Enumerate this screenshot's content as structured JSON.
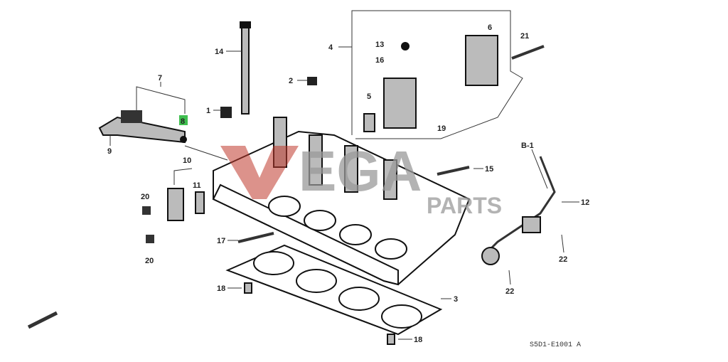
{
  "diagram": {
    "callouts": [
      {
        "id": "label-7",
        "text": "7"
      },
      {
        "id": "label-14",
        "text": "14"
      },
      {
        "id": "label-2",
        "text": "2"
      },
      {
        "id": "label-1",
        "text": "1"
      },
      {
        "id": "label-4",
        "text": "4"
      },
      {
        "id": "label-13",
        "text": "13"
      },
      {
        "id": "label-16",
        "text": "16"
      },
      {
        "id": "label-5",
        "text": "5"
      },
      {
        "id": "label-19",
        "text": "19"
      },
      {
        "id": "label-6",
        "text": "6"
      },
      {
        "id": "label-21",
        "text": "21"
      },
      {
        "id": "label-9",
        "text": "9"
      },
      {
        "id": "label-8",
        "text": "8"
      },
      {
        "id": "label-10",
        "text": "10"
      },
      {
        "id": "label-20a",
        "text": "20"
      },
      {
        "id": "label-11",
        "text": "11"
      },
      {
        "id": "label-20b",
        "text": "20"
      },
      {
        "id": "label-b1",
        "text": "B-1"
      },
      {
        "id": "label-15",
        "text": "15"
      },
      {
        "id": "label-12",
        "text": "12"
      },
      {
        "id": "label-22a",
        "text": "22"
      },
      {
        "id": "label-22b",
        "text": "22"
      },
      {
        "id": "label-17",
        "text": "17"
      },
      {
        "id": "label-3",
        "text": "3"
      },
      {
        "id": "label-18a",
        "text": "18"
      },
      {
        "id": "label-18b",
        "text": "18"
      }
    ],
    "diagram_code": "S5D1-E1001 A",
    "highlight_color": "#3fbf4f"
  },
  "watermark": {
    "logo_text": "VEGA",
    "sub_text": "PARTS",
    "logo_color": "#c0392b"
  }
}
